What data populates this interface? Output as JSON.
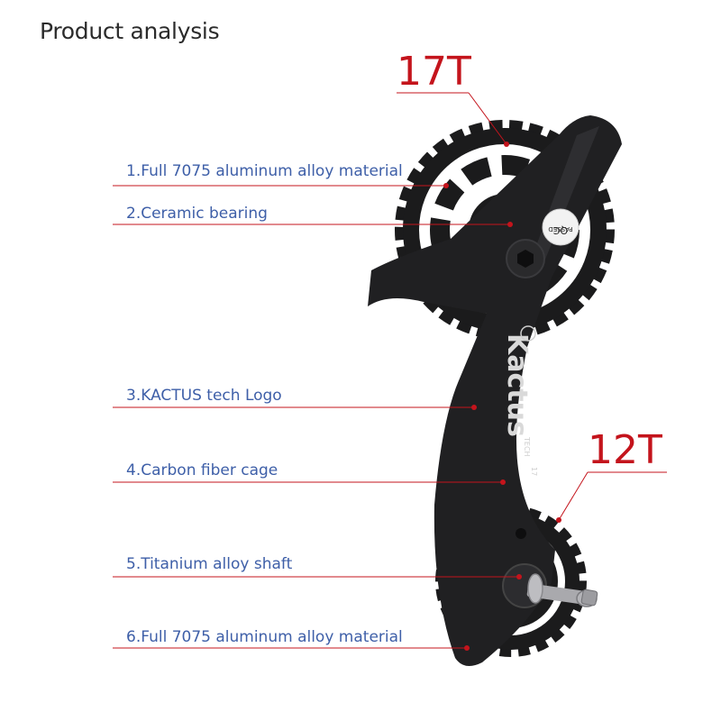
{
  "header": {
    "title": "Product analysis"
  },
  "tooth_counts": {
    "top": "17T",
    "bottom": "12T"
  },
  "callouts": [
    "1.Full 7075 aluminum alloy material",
    "2.Ceramic bearing",
    "3.KACTUS tech Logo",
    "4.Carbon fiber cage",
    "5.Titanium alloy shaft",
    "6.Full 7075 aluminum alloy material"
  ],
  "product_marks": {
    "brand": "Kactus",
    "sub": "TECH",
    "badge_top": "QC",
    "badge_bottom": "PASSED",
    "cage_mark": "17"
  },
  "colors": {
    "accent": "#c4141c",
    "label": "#3e5fa8",
    "part": "#1b1b1c"
  }
}
